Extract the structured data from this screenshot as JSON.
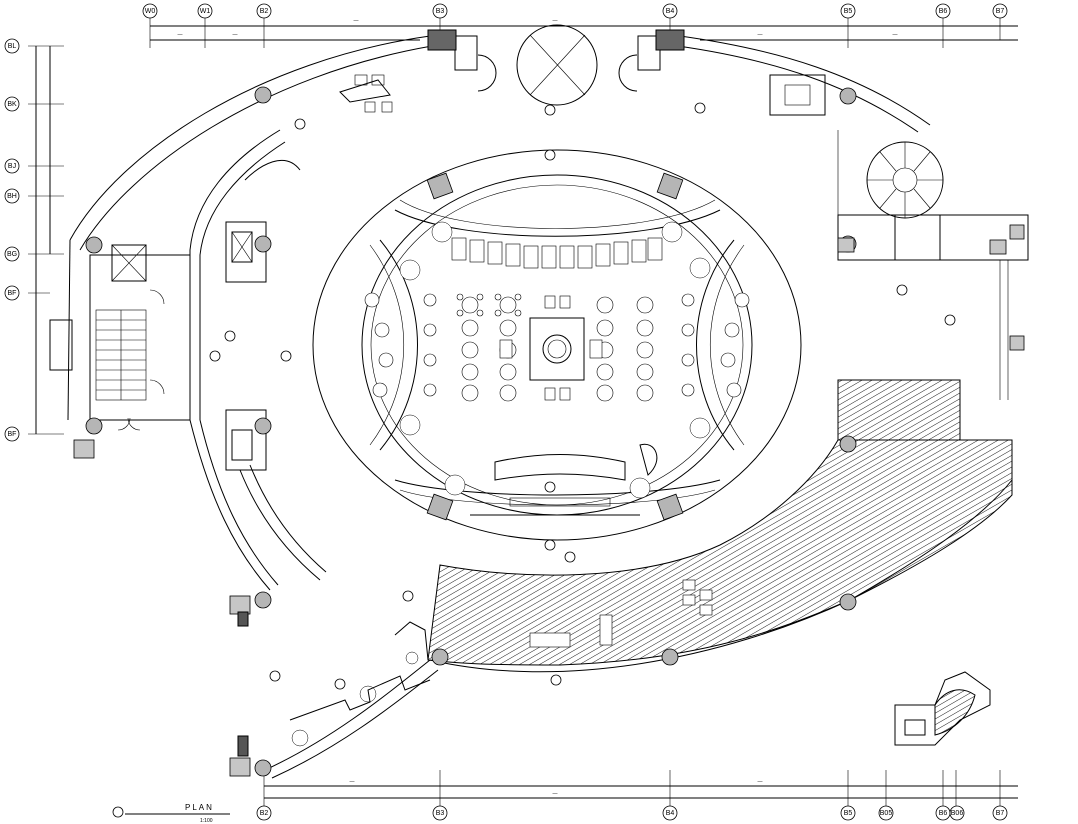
{
  "axes": {
    "top": [
      "W0",
      "W1",
      "B2",
      "B3",
      "B4",
      "B5",
      "B6",
      "B7"
    ],
    "bottom": [
      "B2",
      "B3",
      "B4",
      "B5",
      "B05",
      "B6",
      "B06",
      "B7"
    ],
    "left": [
      "BL",
      "BK",
      "BJ",
      "BH",
      "BG",
      "BF",
      "BF"
    ]
  },
  "title": {
    "plan_label": "PLAN",
    "scale": "1:100"
  }
}
